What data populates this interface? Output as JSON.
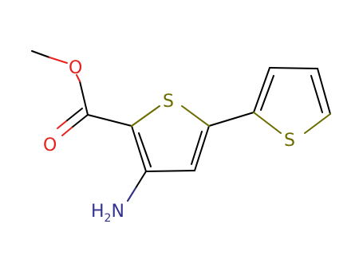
{
  "colors": {
    "background": "#ffffff",
    "bond": "#000000",
    "sulfur": "#6b6b00",
    "oxygen": "#e8211d",
    "nitrogen": "#33338f"
  },
  "atoms": {
    "sulfur_ring1": "S",
    "sulfur_ring2": "S",
    "oxygen_ether": "O",
    "oxygen_carbonyl": "O",
    "amine_h": "H",
    "amine_h_count": "2",
    "amine_n": "N"
  }
}
